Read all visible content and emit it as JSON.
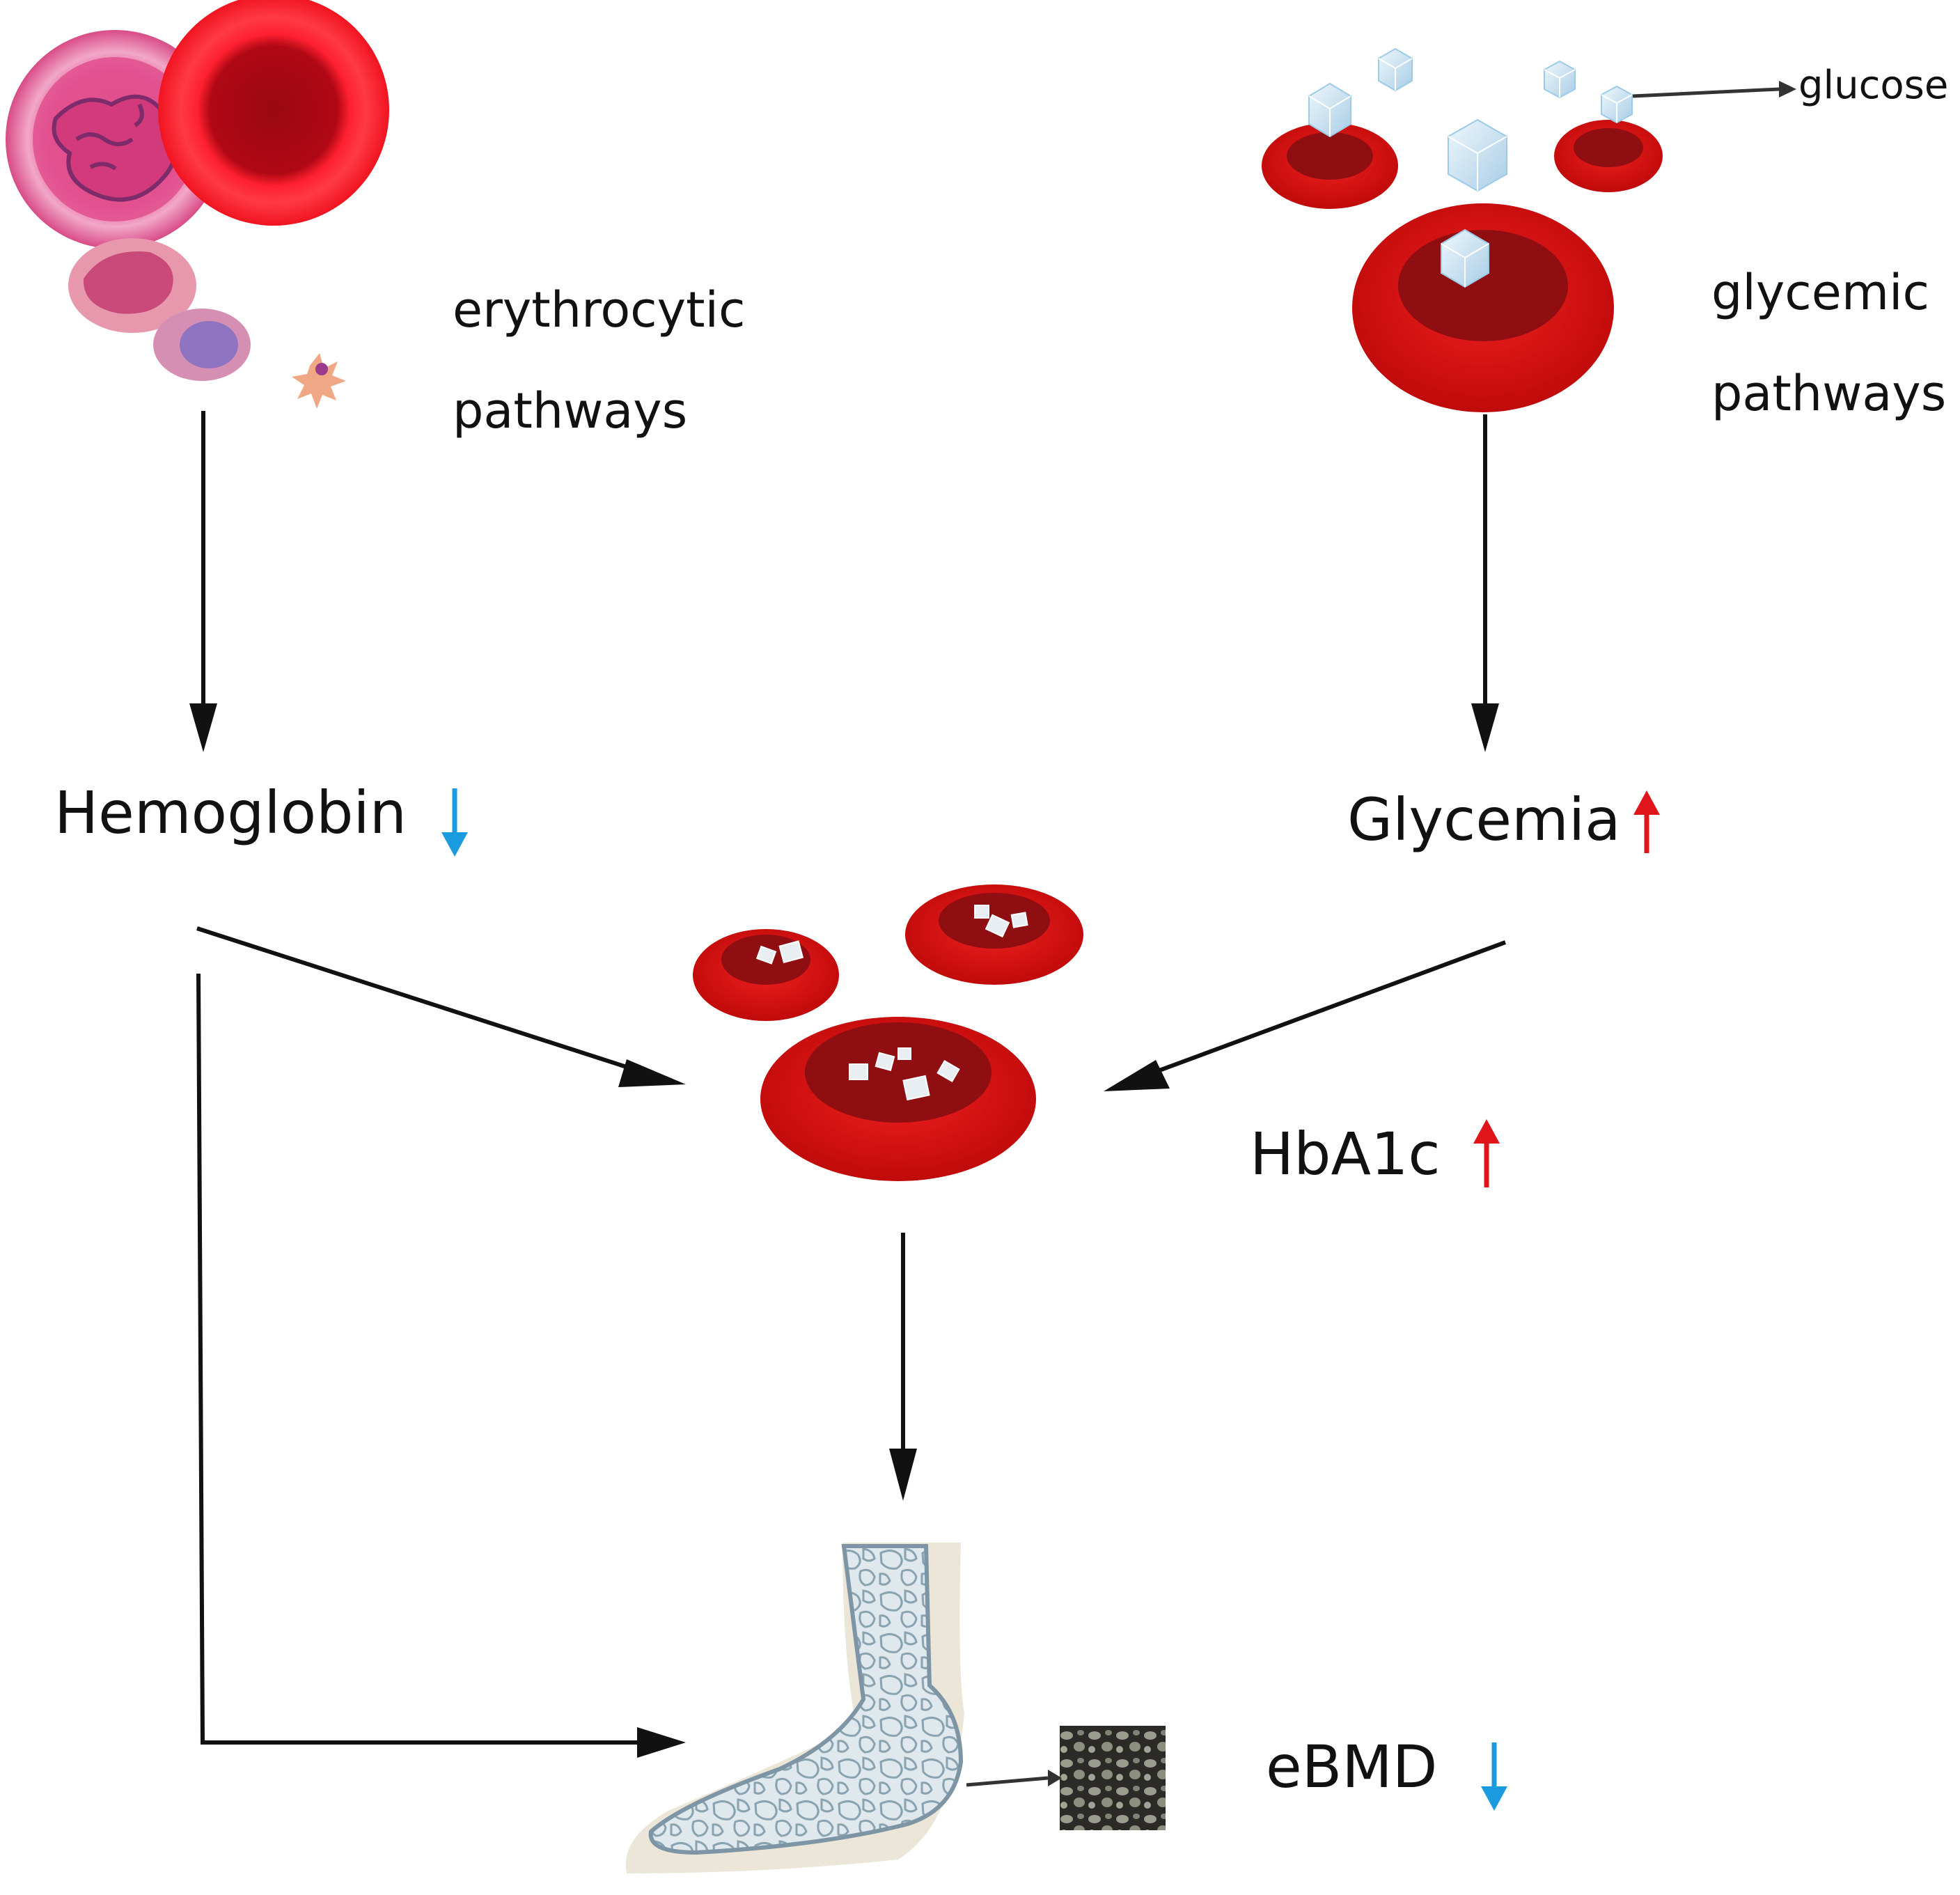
{
  "labels": {
    "erythrocytic": "erythrocytic",
    "pathways_left": "pathways",
    "glycemic": "glycemic",
    "pathways_right": "pathways",
    "glucose": "glucose",
    "hemoglobin": "Hemoglobin",
    "glycemia": "Glycemia",
    "hba1c": "HbA1c",
    "ebmd": "eBMD"
  },
  "indicators": {
    "hemoglobin": {
      "direction": "down",
      "color": "#1a9be0"
    },
    "glycemia": {
      "direction": "up",
      "color": "#e0141b"
    },
    "hba1c": {
      "direction": "up",
      "color": "#e0141b"
    },
    "ebmd": {
      "direction": "down",
      "color": "#1a9be0"
    }
  },
  "colors": {
    "cell_red": "#e01010",
    "cell_dark": "#8e0e12",
    "arrow": "#111111",
    "glucose_cube": "#cfe6f4",
    "bone_fill": "#d6e2e8",
    "bone_stroke": "#7d95a4"
  }
}
